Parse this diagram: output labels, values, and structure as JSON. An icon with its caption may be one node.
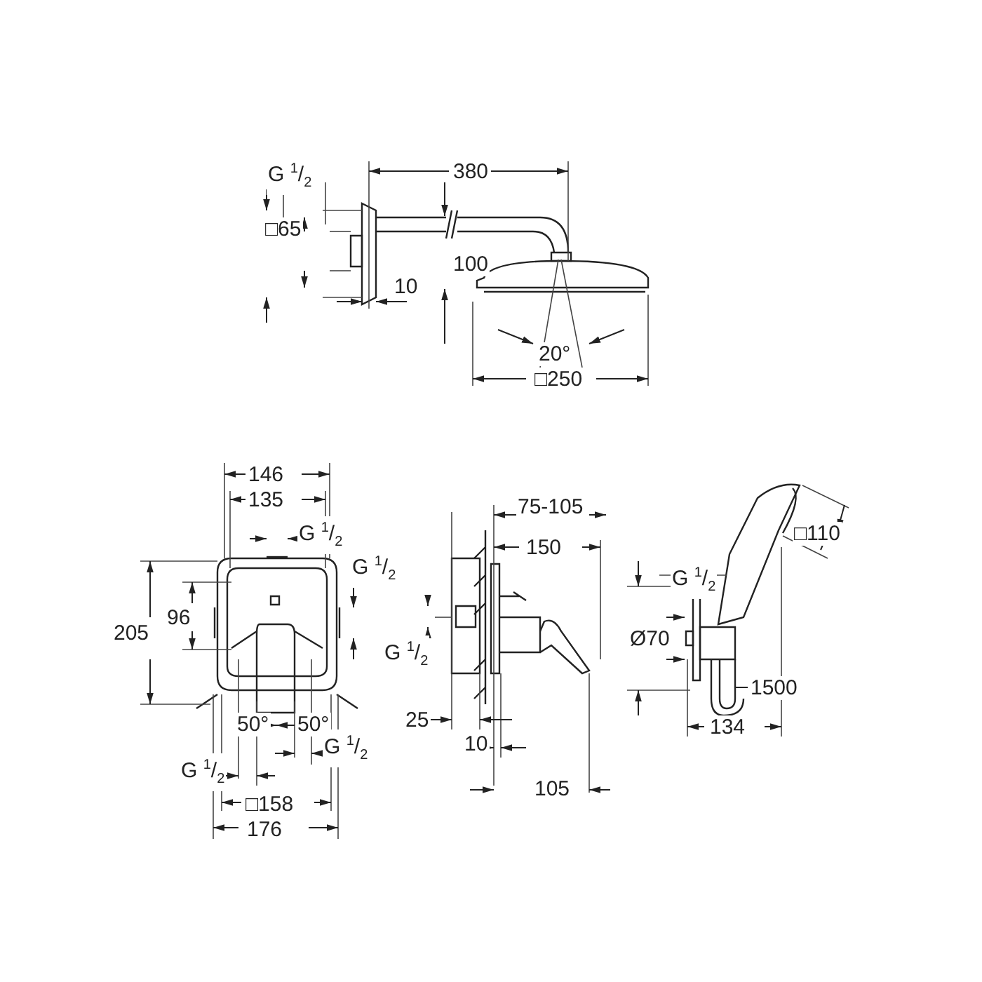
{
  "diagram": {
    "nodes": [
      {
        "text": [
          "1500"
        ]
      },
      {
        "text": [],
        "shape": "picture"
      }
    ],
    "edges": [
      {
        "from": 0,
        "to": 1,
        "arrow": "none"
      }
    ],
    "labels": [
      "G $^{1}$/$_{2}$",
      "380",
      "□65",
      "100",
      "10",
      "20°",
      "□250",
      "146",
      "135",
      "G $^{1}$/$_{2}$",
      "75-105",
      "G $^{1}$/$_{2}$",
      "□110",
      "150",
      "205",
      "96",
      "G $^{1}$/$_{2}$",
      "G $^{1}$/$_{2}$",
      "Ø70",
      "25",
      "50°",
      "50°",
      "G $^{1}$/$_{2}$",
      "10",
      "G $^{1}$/$_{2}$",
      "134",
      "105",
      "□158",
      "176"
    ]
  }
}
